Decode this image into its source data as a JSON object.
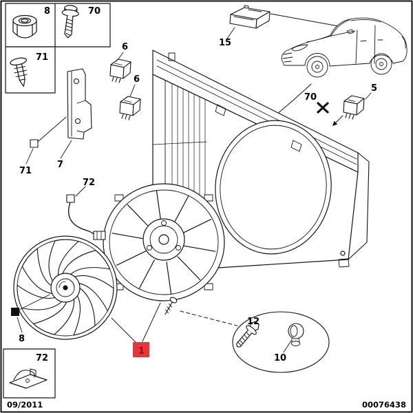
{
  "meta": {
    "date": "09/2011",
    "doc_number": "00076438"
  },
  "colors": {
    "highlight_fill": "#e8353a",
    "highlight_text": "#8f1111",
    "line": "#111111"
  },
  "callouts": {
    "nut": "8",
    "screw": "70",
    "clip": "71",
    "bracket_clip": "71",
    "bracket": "7",
    "relay_a": "6",
    "relay_b": "6",
    "module": "15",
    "car_fastener": "70",
    "sensor": "5",
    "harness_clip": "72",
    "fan_assembly": "1",
    "impeller": "8",
    "harness_clip_box": "72",
    "bolt": "12",
    "grommet": "10"
  }
}
